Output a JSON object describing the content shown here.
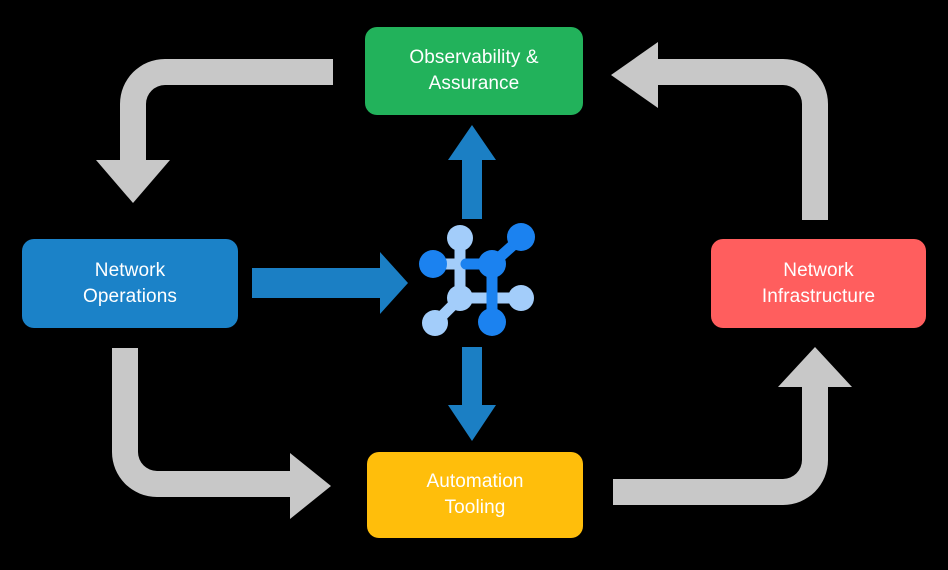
{
  "diagram": {
    "title": "Network automation lifecycle loop",
    "background_color": "#000000",
    "nodes": [
      {
        "id": "network-operations",
        "label_line1": "Network",
        "label_line2": "Operations",
        "color": "#1b82c8",
        "text_color": "#ffffff",
        "position": "left"
      },
      {
        "id": "observability-assurance",
        "label_line1": "Observability &",
        "label_line2": "Assurance",
        "color": "#22b25b",
        "text_color": "#ffffff",
        "position": "top"
      },
      {
        "id": "network-infrastructure",
        "label_line1": "Network",
        "label_line2": "Infrastructure",
        "color": "#ff5e5e",
        "text_color": "#ffffff",
        "position": "right"
      },
      {
        "id": "automation-tooling",
        "label_line1": "Automation",
        "label_line2": "Tooling",
        "color": "#ffbe0b",
        "text_color": "#ffffff",
        "position": "bottom"
      }
    ],
    "center_icon": {
      "name": "network-topology-icon",
      "color_primary": "#1b82f0",
      "color_secondary": "#a3cdfa"
    },
    "arrows": {
      "blue_color": "#1b7fc4",
      "gray_color": "#c8c8c8",
      "blue": [
        {
          "id": "operations-to-core",
          "direction": "right"
        },
        {
          "id": "core-to-observability",
          "direction": "up"
        },
        {
          "id": "core-to-automation",
          "direction": "down"
        }
      ],
      "gray": [
        {
          "id": "observability-to-operations",
          "direction": "left-then-down"
        },
        {
          "id": "infrastructure-to-observability",
          "direction": "up-then-left"
        },
        {
          "id": "operations-to-automation",
          "direction": "down-then-right"
        },
        {
          "id": "automation-to-infrastructure",
          "direction": "right-then-up"
        }
      ]
    }
  }
}
